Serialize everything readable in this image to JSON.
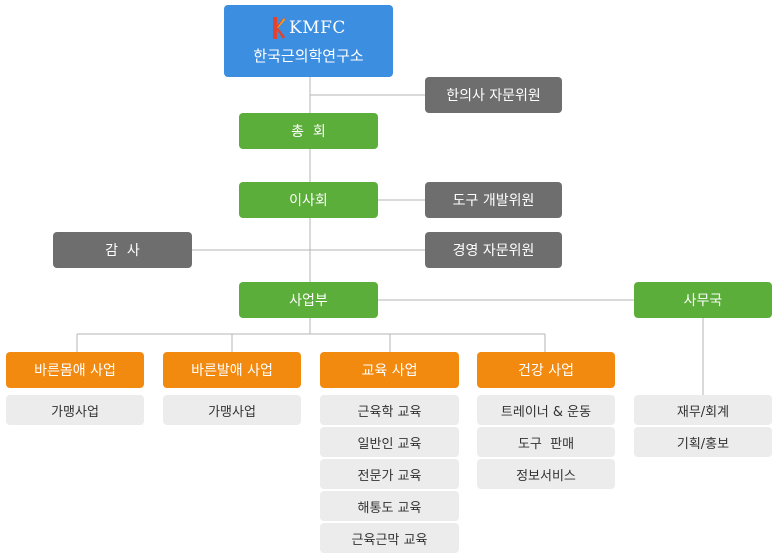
{
  "root": {
    "logo_text": "KMFC",
    "name": "한국근의학연구소"
  },
  "advisory": {
    "oriental_doctor": "한의사 자문위원",
    "tool_dev": "도구 개발위원",
    "management": "경영 자문위원"
  },
  "general_assembly": "총  회",
  "board": "이사회",
  "audit": "감  사",
  "business_dept": "사업부",
  "secretariat": "사무국",
  "divisions": {
    "body": {
      "title": "바른몸애 사업",
      "items": [
        "가맹사업"
      ]
    },
    "foot": {
      "title": "바른발애 사업",
      "items": [
        "가맹사업"
      ]
    },
    "education": {
      "title": "교육 사업",
      "items": [
        "근육학 교육",
        "일반인 교육",
        "전문가 교육",
        "해통도 교육",
        "근육근막 교육"
      ]
    },
    "health": {
      "title": "건강 사업",
      "items": [
        "트레이너 & 운동",
        "도구  판매",
        "정보서비스"
      ]
    },
    "secretariat_items": [
      "재무/회계",
      "기획/홍보"
    ]
  },
  "colors": {
    "blue": "#3c8ee0",
    "green": "#5cae3b",
    "gray": "#6e6e6e",
    "orange": "#f28a10",
    "light": "#ececec",
    "logo_red": "#e8412b",
    "logo_orange": "#f7a21b"
  }
}
